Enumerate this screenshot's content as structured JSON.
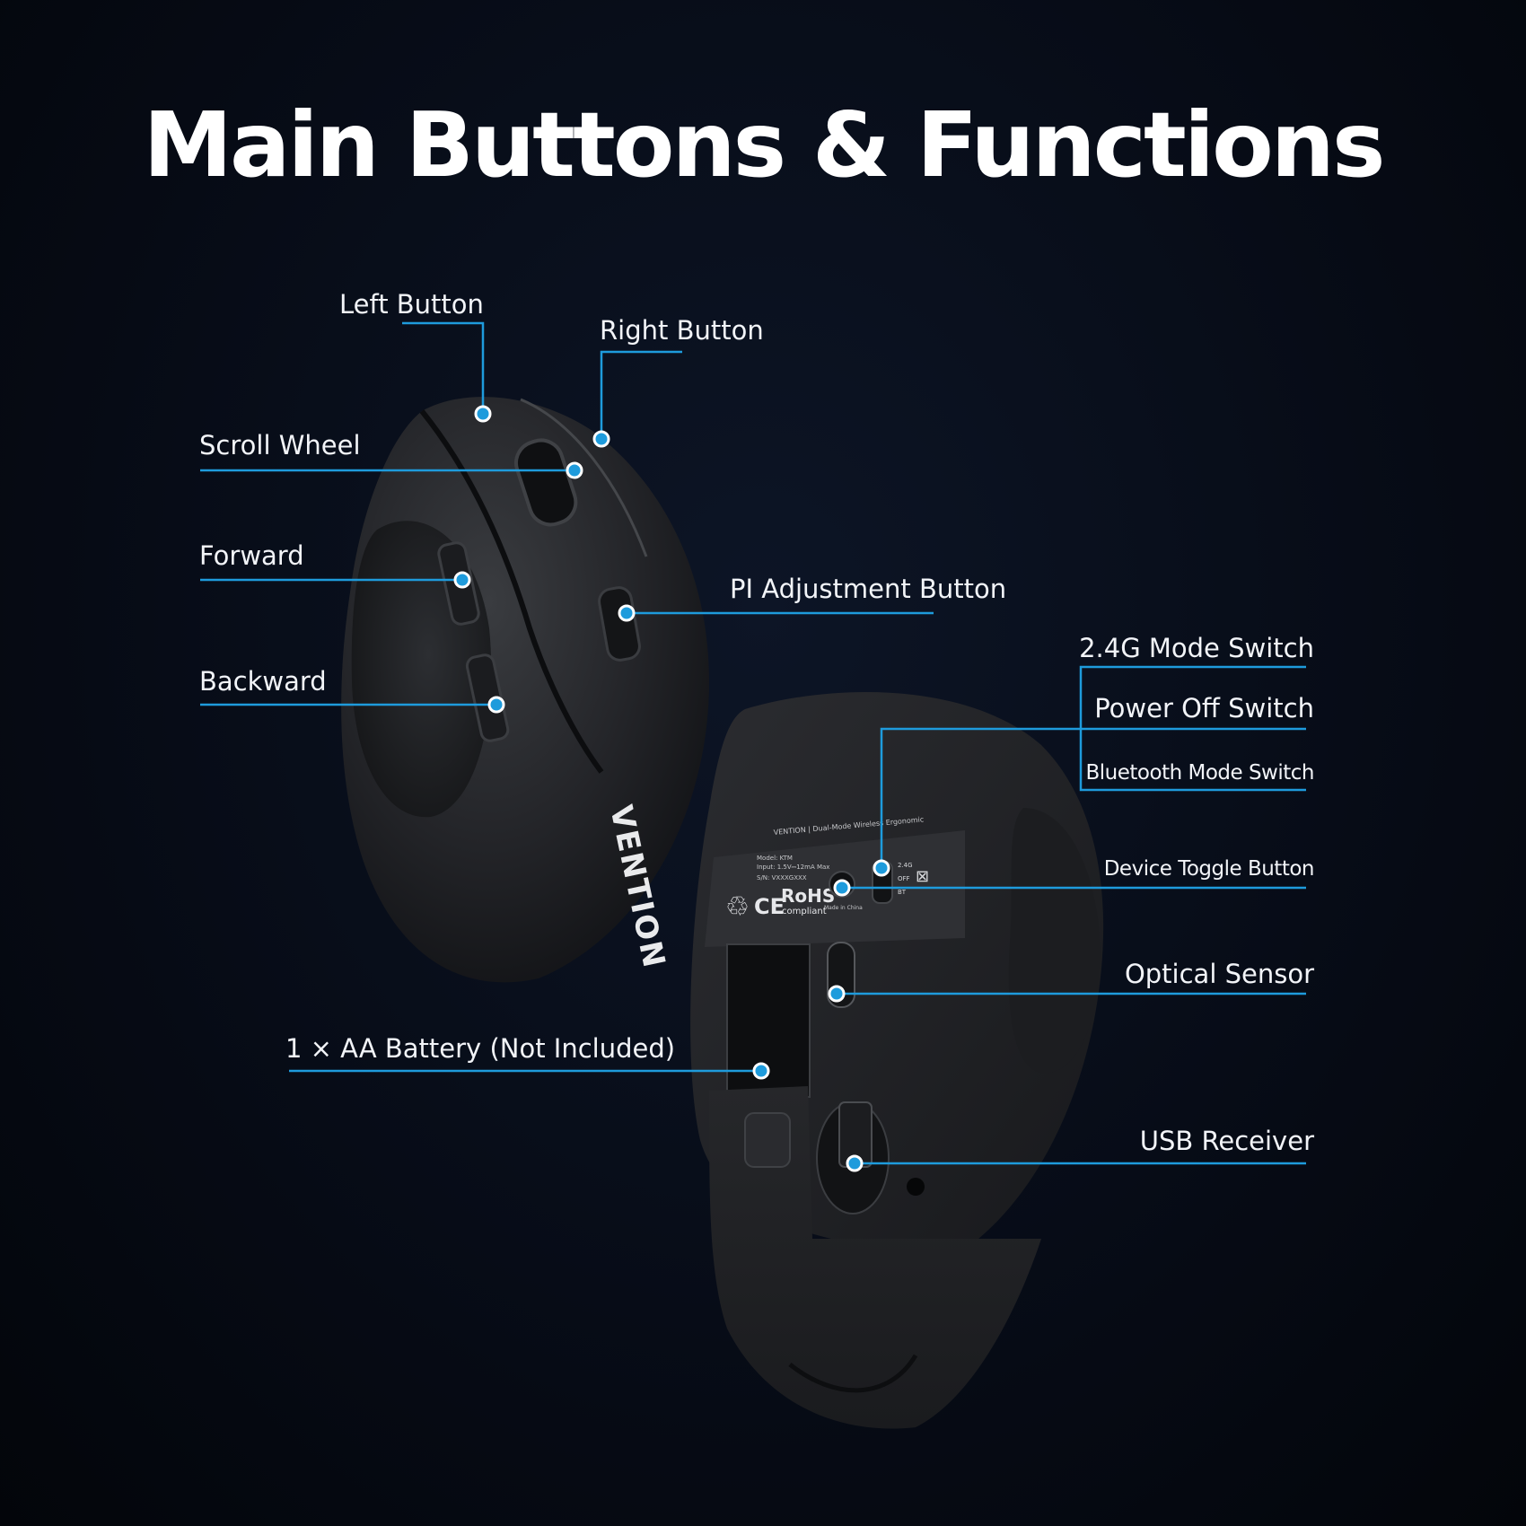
{
  "title": "Main Buttons & Functions",
  "accent_color": "#1e9bdc",
  "brand_logo": "VENTION",
  "labels": {
    "left_button": "Left Button",
    "right_button": "Right Button",
    "scroll_wheel": "Scroll Wheel",
    "forward": "Forward",
    "backward": "Backward",
    "dpi_button": "PI Adjustment Button",
    "mode_24g": "2.4G Mode Switch",
    "power_off": "Power Off Switch",
    "bluetooth_mode": "Bluetooth Mode Switch",
    "device_toggle": "Device Toggle Button",
    "optical_sensor": "Optical Sensor",
    "battery": "1 × AA Battery (Not Included)",
    "usb_receiver": "USB Receiver"
  },
  "sticker": {
    "brand_line": "VENTION | Dual-Mode Wireless Ergonomic",
    "model": "Model: KTM",
    "input": "Input: 1.5V⎓12mA Max",
    "serial": "S/N: VXXXGXXX",
    "made_in": "Made in China",
    "rohs": "RoHS",
    "rohs_sub": "compliant",
    "ce": "CE",
    "switch_positions": [
      "2.4G",
      "OFF",
      "BT"
    ]
  }
}
